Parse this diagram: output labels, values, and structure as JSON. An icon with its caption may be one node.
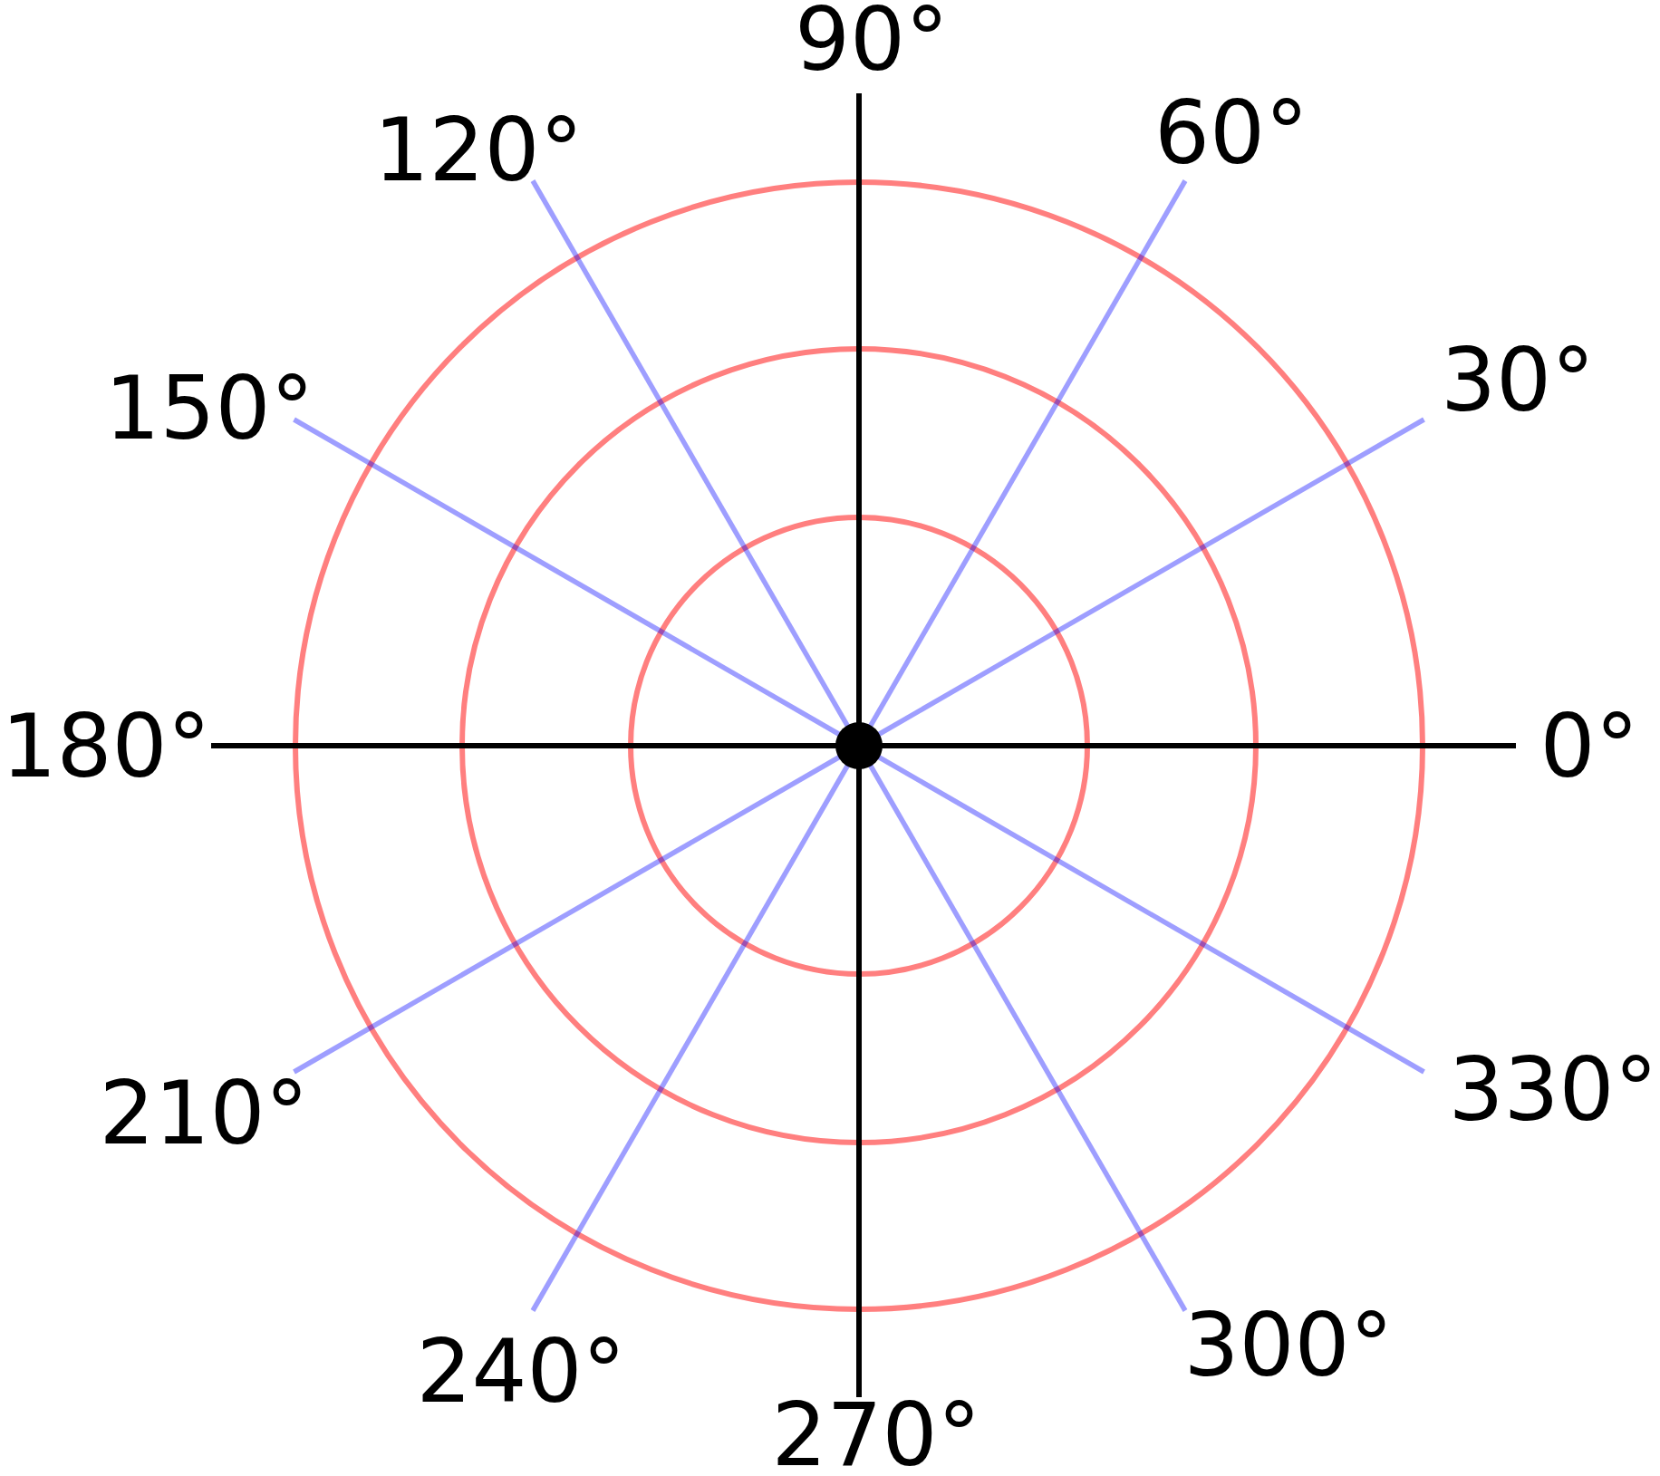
{
  "diagram": {
    "labels": [
      "90°",
      "120°",
      "60°",
      "150°",
      "30°",
      "180°",
      "0°",
      "210°",
      "330°",
      "240°",
      "300°",
      "270°"
    ]
  }
}
